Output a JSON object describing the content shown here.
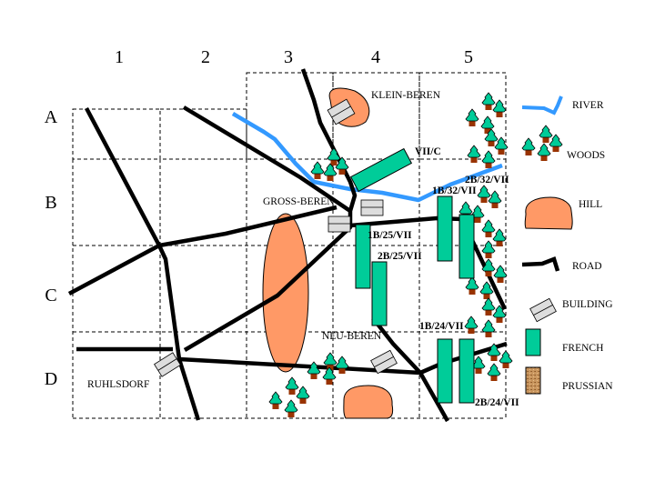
{
  "map": {
    "columns": [
      "1",
      "2",
      "3",
      "4",
      "5"
    ],
    "rows": [
      "A",
      "B",
      "C",
      "D"
    ],
    "places": {
      "klein_beren": "KLEIN-BEREN",
      "gross_beren": "GROSS-BEREN",
      "neu_beren": "NEU-BEREN",
      "ruhlsdorf": "RUHLSDORF"
    },
    "units": [
      {
        "id": "vii-c",
        "label": "VII/C",
        "side": "french"
      },
      {
        "id": "2b-32-vii",
        "label": "2B/32/VII",
        "side": "french"
      },
      {
        "id": "1b-32-vii",
        "label": "1B/32/VII",
        "side": "french"
      },
      {
        "id": "1b-25-vii",
        "label": "1B/25/VII",
        "side": "french"
      },
      {
        "id": "2b-25-vii",
        "label": "2B/25/VII",
        "side": "french"
      },
      {
        "id": "1b-24-vii",
        "label": "1B/24/VII",
        "side": "french"
      },
      {
        "id": "2b-24-vii",
        "label": "2B/24/VII",
        "side": "french"
      }
    ]
  },
  "legend": {
    "river": "RIVER",
    "woods": "WOODS",
    "hill": "HILL",
    "road": "ROAD",
    "building": "BUILDING",
    "french": "FRENCH",
    "prussian": "PRUSSIAN"
  },
  "colors": {
    "river": "#3399ff",
    "woods_canopy": "#00cc99",
    "woods_trunk": "#993300",
    "hill": "#ff9966",
    "building": "#dddddd",
    "french": "#00cc99",
    "prussian": "#c8955e",
    "road": "#000000"
  }
}
